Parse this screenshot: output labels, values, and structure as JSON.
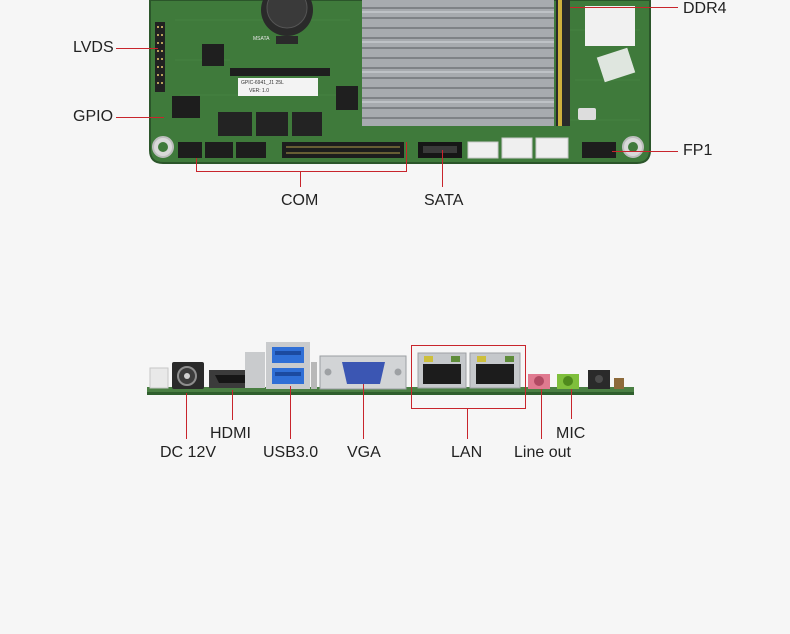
{
  "top_board": {
    "labels": {
      "ddr4": "DDR4",
      "lvds": "LVDS",
      "gpio": "GPIO",
      "fp1": "FP1",
      "com": "COM",
      "sata": "SATA"
    },
    "silkscreen": {
      "model": "GPIC-6941_J1 25L",
      "version": "VER: 1.0",
      "msata": "MSATA"
    }
  },
  "io_panel": {
    "labels": {
      "dc": "DC 12V",
      "hdmi": "HDMI",
      "usb": "USB3.0",
      "vga": "VGA",
      "lan": "LAN",
      "line_out": "Line out",
      "mic": "MIC"
    }
  },
  "colors": {
    "pcb": "#3f7a3b",
    "pcb_dark": "#2f5f2d",
    "callout": "#c8252c",
    "heatsink": "#b9bcbf",
    "usb_blue": "#2f6fd6",
    "vga_blue": "#3b56b3",
    "line_out_pink": "#e07a90",
    "mic_green": "#7fbf3c"
  }
}
